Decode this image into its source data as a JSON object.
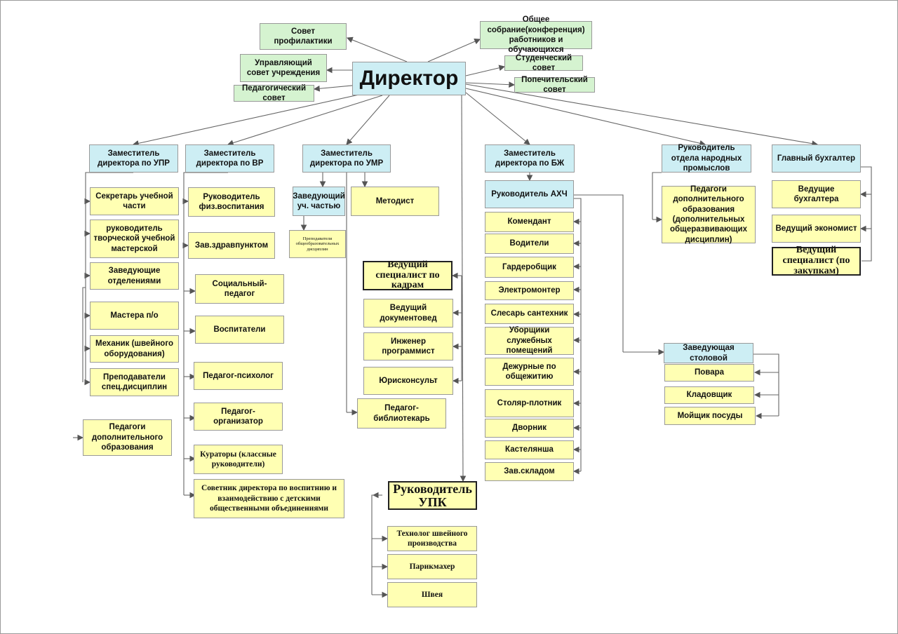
{
  "director": "Директор",
  "top_councils": {
    "prevention": "Совет профилактики",
    "managing": "Управляющий совет учреждения",
    "pedagogical": "Педагогический совет",
    "general_meeting": "Общее собрание(конференция) работников и обучающихся",
    "student": "Студенческий совет",
    "trustees": "Попечительский совет"
  },
  "upr": {
    "head": "Заместитель директора по УПР",
    "items": [
      "Секретарь учебной части",
      "руководитель творческой учебной мастерской",
      "Заведующие отделениями",
      "Мастера п/о",
      "Механик (швейного оборудования)",
      "Преподаватели спец.дисциплин"
    ],
    "extra": "Педагоги дополнительного образования"
  },
  "vr": {
    "head": "Заместитель директора по ВР",
    "items": [
      "Руководитель физ.воспитания",
      "Зав.здравпунктом",
      "Социальный-педагог",
      "Воспитатели",
      "Педагог-психолог",
      "Педагог-организатор",
      "Кураторы (классные руководители)",
      "Советник директора по воспитнию и взаимодействию с детскими общественными объединениями"
    ]
  },
  "umr": {
    "head": "Заместитель директора по УМР",
    "study_head": "Заведующий уч. частью",
    "teachers": "Преподаватели общеобразовательных дисциплин",
    "methodist": "Методист",
    "staff": [
      "Ведущий специалист по кадрам",
      "Ведущий документовед",
      "Инженер программист",
      "Юрисконсульт"
    ],
    "librarian": "Педагог-библиотекарь"
  },
  "upk": {
    "head": "Руководитель УПК",
    "items": [
      "Технолог швейного производства",
      "Парикмахер",
      "Швея"
    ]
  },
  "bzh": {
    "head": "Заместитель директора по БЖ",
    "axch": "Руководитель АХЧ",
    "items": [
      "Комендант",
      "Водители",
      "Гардеробщик",
      "Электромонтер",
      "Слесарь сантехник",
      "Уборщики служебных помещений",
      "Дежурные по общежитию",
      "Столяр-плотник",
      "Дворник",
      "Кастелянша",
      "Зав.складом"
    ]
  },
  "canteen": {
    "head": "Заведующая столовой",
    "items": [
      "Повара",
      "Кладовщик",
      "Мойщик посуды"
    ]
  },
  "crafts": {
    "head": "Руководитель отдела народных промыслов",
    "item": "Педагоги дополнительного образования (дополнительных общеразвивающих дисциплин)"
  },
  "accounting": {
    "head": "Главный бухгалтер",
    "items": [
      "Ведущие бухгалтера",
      "Ведущий экономист",
      "Ведущий специалист (по закупкам)"
    ]
  }
}
